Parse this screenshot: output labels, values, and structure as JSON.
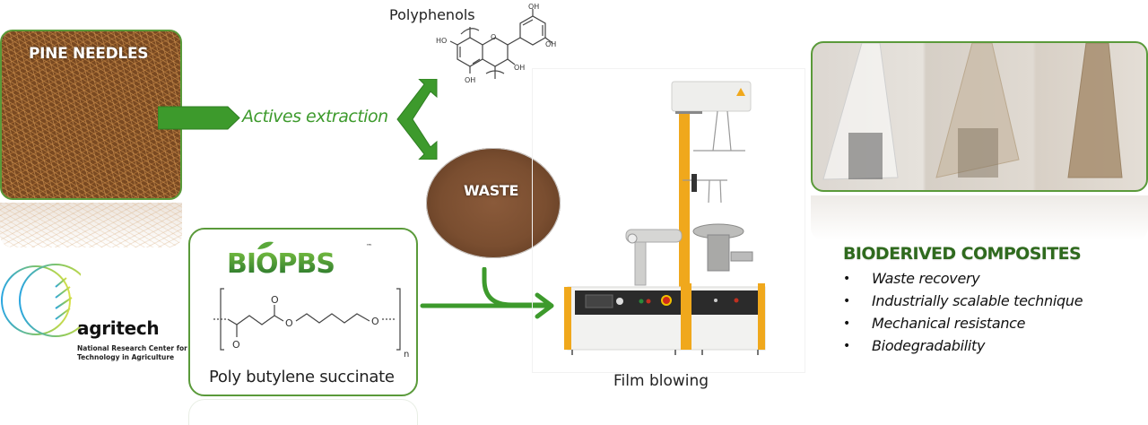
{
  "sources": {
    "pine_needles": {
      "label": "PINE NEEDLES"
    },
    "waste": {
      "label": "WASTE"
    }
  },
  "process": {
    "extraction_label": "Actives extraction",
    "polyphenols_title": "Polyphenols",
    "polyphenols_groups": [
      "OH",
      "OH",
      "HO",
      "O",
      "OH",
      "OH"
    ],
    "film_blowing_label": "Film blowing"
  },
  "pbs": {
    "brand": "BIOPBS",
    "trademark": "™",
    "label": "Poly butylene succinate",
    "structure_atoms": [
      "O",
      "O",
      "O",
      "O"
    ],
    "repeat_subscript": "n"
  },
  "agritech": {
    "name": "agritech",
    "subtitle_line1": "National Research Center for",
    "subtitle_line2": "Technology in Agriculture"
  },
  "composites": {
    "title": "BIODERIVED COMPOSITES",
    "bullet": "•",
    "items": [
      "Waste recovery",
      "Industrially scalable technique",
      "Mechanical resistance",
      "Biodegradability"
    ]
  },
  "colors": {
    "accent_green": "#3d9a2c",
    "frame_green": "#5a9a3a",
    "title_green": "#2f6a1e",
    "machine_yellow": "#f0a81c"
  }
}
